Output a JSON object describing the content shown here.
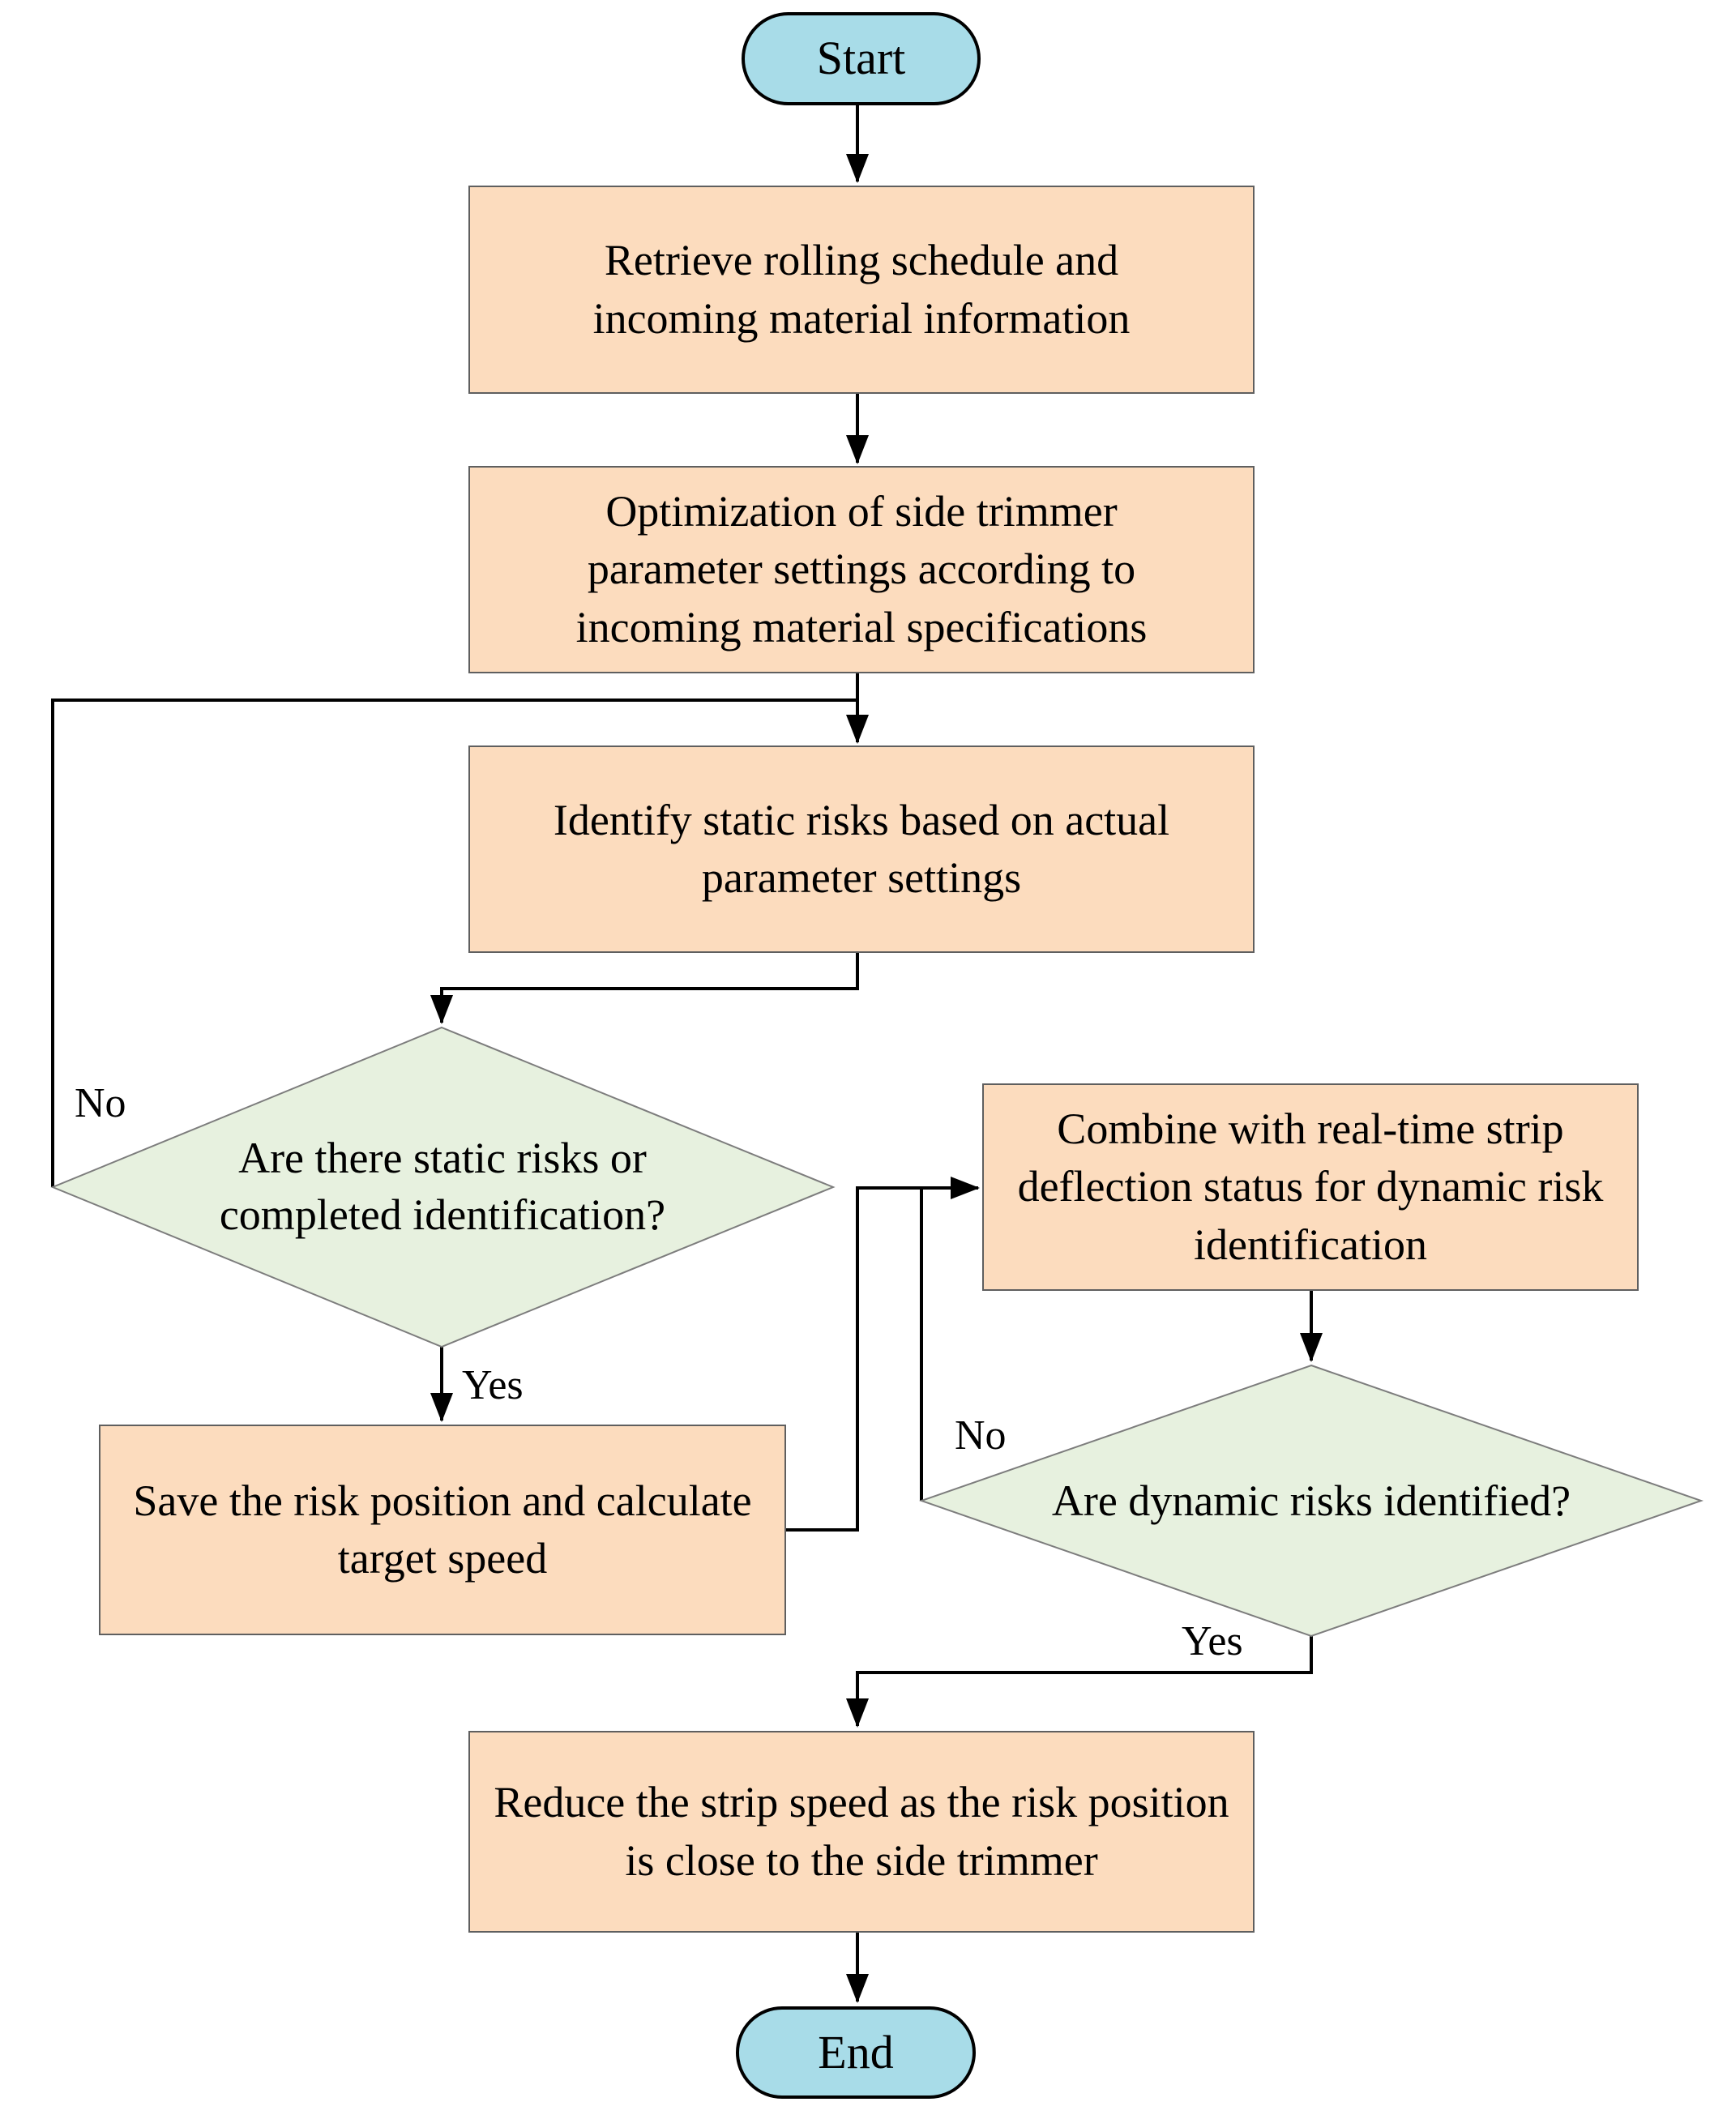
{
  "nodes": {
    "start": {
      "label": "Start"
    },
    "retrieve": {
      "label": "Retrieve rolling schedule and incoming material information"
    },
    "optimize": {
      "label": "Optimization of side trimmer parameter settings according to incoming material specifications"
    },
    "identify_static": {
      "label": "Identify static risks based on actual parameter settings"
    },
    "static_decision": {
      "label": "Are there static risks or completed identification?"
    },
    "save": {
      "label": "Save the risk position and calculate target speed"
    },
    "combine": {
      "label": "Combine with real-time strip deflection status for dynamic risk identification"
    },
    "dynamic_decision": {
      "label": "Are dynamic risks identified?"
    },
    "reduce": {
      "label": "Reduce the strip speed as the risk position is close to the side trimmer"
    },
    "end": {
      "label": "End"
    }
  },
  "edge_labels": {
    "static_no": "No",
    "static_yes": "Yes",
    "dynamic_no": "No",
    "dynamic_yes": "Yes"
  },
  "colors": {
    "process_fill": "#fcdcbe",
    "decision_fill": "#e7f1df",
    "terminator_fill": "#a8dce8",
    "connector": "#000000"
  }
}
